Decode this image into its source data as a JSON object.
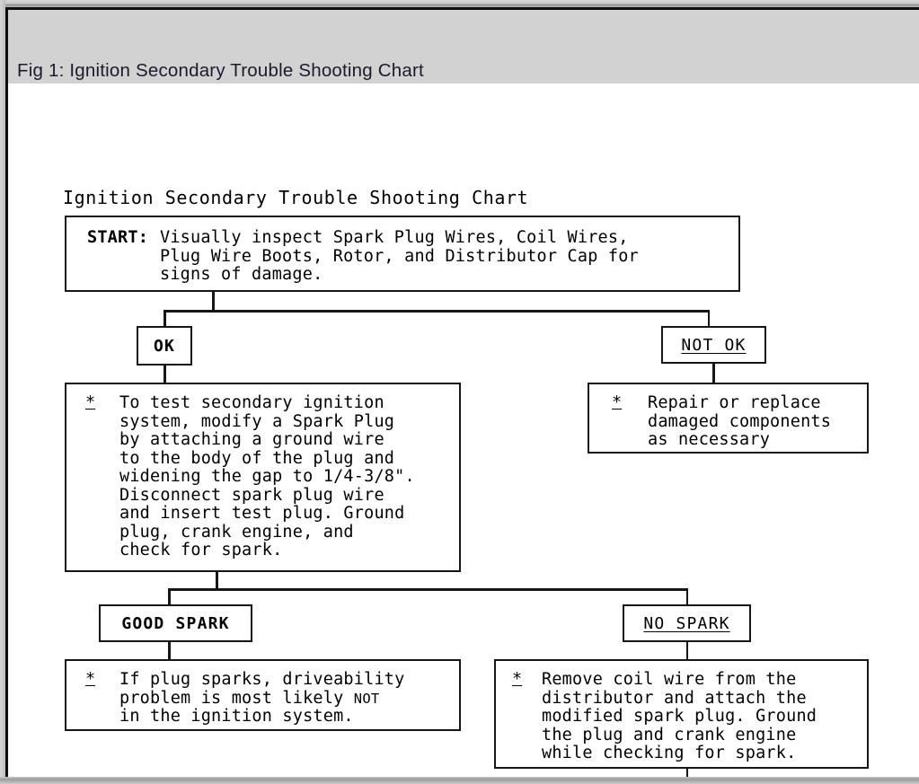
{
  "header": {
    "title": "Fig 1: Ignition Secondary Trouble Shooting Chart"
  },
  "chart": {
    "title": "Ignition Secondary Trouble Shooting Chart",
    "bullet_glyph": "*",
    "nodes": {
      "start": {
        "label": "START:",
        "line1": "Visually inspect Spark Plug Wires, Coil Wires,",
        "line2": "Plug Wire Boots, Rotor, and Distributor Cap for",
        "line3": "signs of damage."
      },
      "ok_label": "OK",
      "not_ok_label": "NOT OK",
      "test_procedure": {
        "line1": "To test secondary ignition",
        "line2": "system, modify a Spark Plug",
        "line3": "by attaching a ground wire",
        "line4": "to the body of the plug and",
        "line5": "widening the gap to 1/4-3/8\".",
        "line6": "Disconnect spark plug wire",
        "line7": "and insert test plug. Ground",
        "line8": "plug, crank engine, and",
        "line9": "check for spark."
      },
      "repair": {
        "line1": "Repair or replace",
        "line2": "damaged components",
        "line3": "as necessary"
      },
      "good_spark_label": "GOOD SPARK",
      "no_spark_label": "NO SPARK",
      "good_spark_result": {
        "line1_a": "If plug sparks, driveability",
        "line2_a": "problem is most likely ",
        "line2_not": "NOT",
        "line3_a": "in the ignition system."
      },
      "no_spark_action": {
        "line1": "Remove coil wire from the",
        "line2": "distributor and attach the",
        "line3": "modified spark plug. Ground",
        "line4": "the plug and crank engine",
        "line5": "while checking for spark."
      }
    }
  },
  "colors": {
    "header_bg": "#d2d2d2",
    "header_text": "#1b1b2b",
    "stroke": "#161616",
    "canvas_bg": "#ffffff"
  }
}
